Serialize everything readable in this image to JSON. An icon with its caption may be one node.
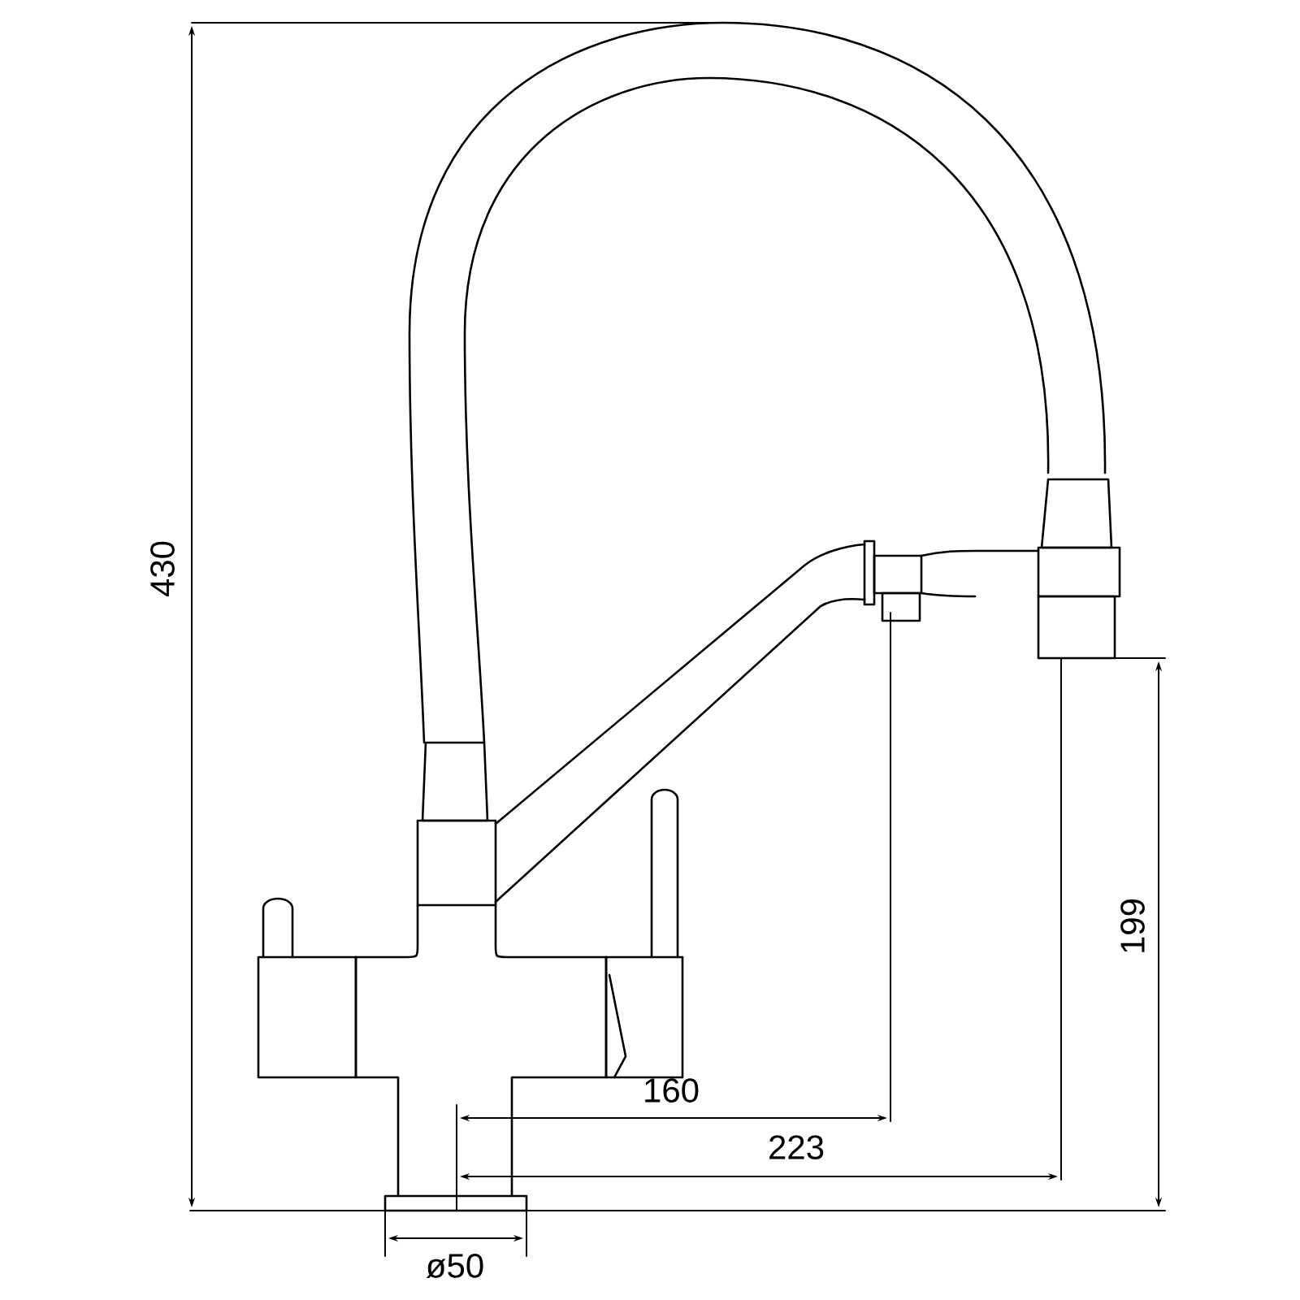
{
  "diagram": {
    "labels": [
      "430",
      "199",
      "160",
      "223",
      "ø50"
    ]
  }
}
